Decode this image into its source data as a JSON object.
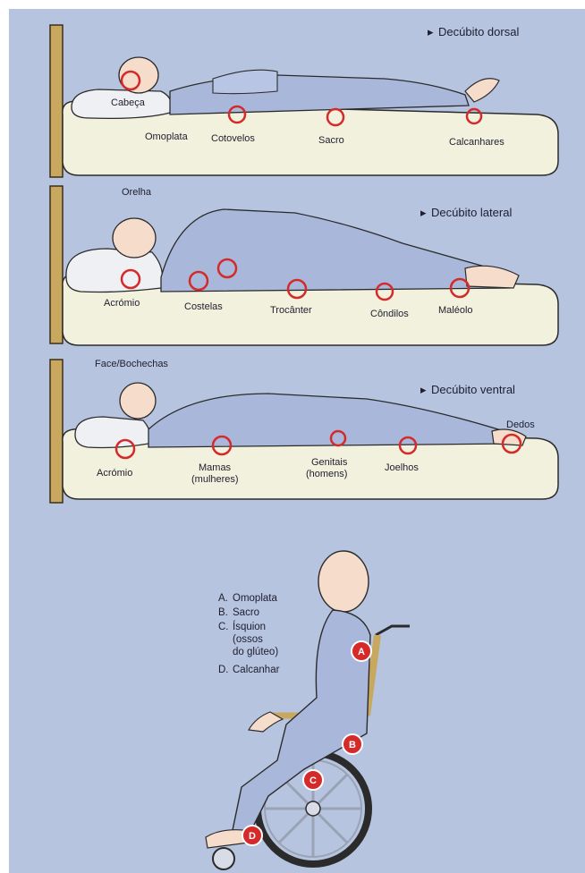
{
  "positions": [
    {
      "title": "Decúbito dorsal",
      "labels": [
        "Cabeça",
        "Omoplata",
        "Cotovelos",
        "Sacro",
        "Calcanhares"
      ]
    },
    {
      "title": "Decúbito lateral",
      "labels": [
        "Orelha",
        "Acrómio",
        "Costelas",
        "Trocânter",
        "Côndilos",
        "Maléolo"
      ]
    },
    {
      "title": "Decúbito ventral",
      "labels": [
        "Face/Bochechas",
        "Acrómio",
        "Mamas",
        "(mulheres)",
        "Genitais",
        "(homens)",
        "Joelhos",
        "Dedos"
      ]
    }
  ],
  "wheelchair": {
    "legend": [
      {
        "letter": "A.",
        "text": "Omoplata"
      },
      {
        "letter": "B.",
        "text": "Sacro"
      },
      {
        "letter": "C.",
        "text": "Ísquion"
      },
      {
        "letter": "",
        "text": "(ossos"
      },
      {
        "letter": "",
        "text": "do glúteo)"
      },
      {
        "letter": "D.",
        "text": "Calcanhar"
      }
    ],
    "markers": [
      "A",
      "B",
      "C",
      "D"
    ]
  },
  "colors": {
    "background": "#b6c4e0",
    "pressure_ring": "#d42a2a",
    "bed": "#f2f1de",
    "pajamas": "#a9b7da",
    "title_arrow": "#d42a2a"
  }
}
